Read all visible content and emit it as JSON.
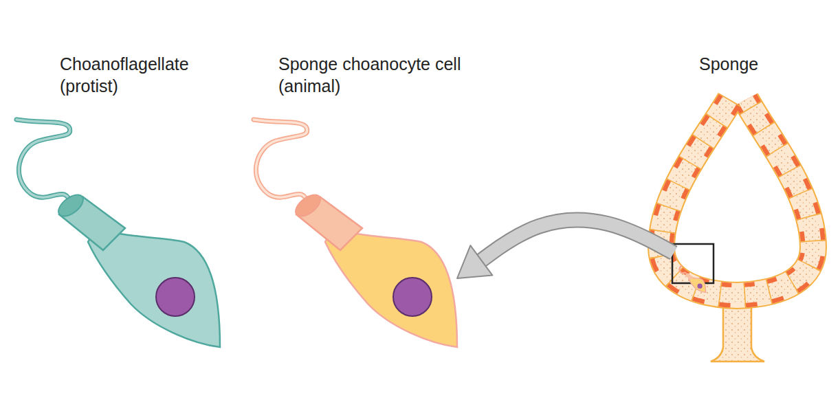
{
  "diagram": {
    "nodes": [
      {
        "text": [
          "Choanoflagellate (protist)"
        ]
      },
      {
        "text": [
          "Sponge choanocyte cell (animal)"
        ]
      },
      {
        "text": [
          "Sponge"
        ]
      }
    ],
    "edges": [
      {
        "from": 2,
        "to": 1,
        "arrow": "to"
      }
    ]
  }
}
